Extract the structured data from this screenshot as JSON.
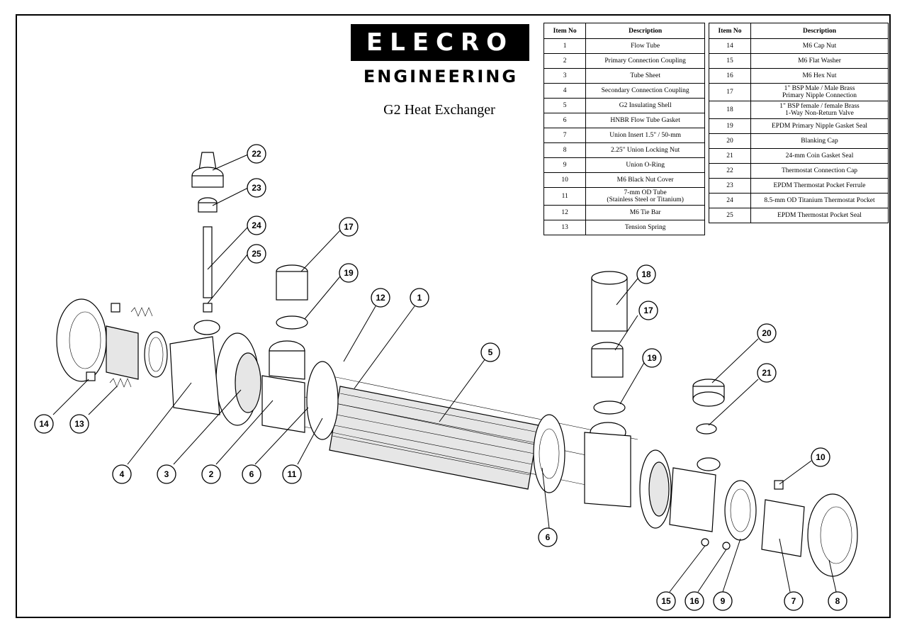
{
  "logo": {
    "line1": "ELECRO",
    "line2": "ENGINEERING"
  },
  "title": "G2 Heat Exchanger",
  "table_headers": {
    "item_no": "Item No",
    "description": "Description"
  },
  "parts_left": [
    {
      "no": "1",
      "desc": "Flow Tube"
    },
    {
      "no": "2",
      "desc": "Primary Connection Coupling"
    },
    {
      "no": "3",
      "desc": "Tube Sheet"
    },
    {
      "no": "4",
      "desc": "Secondary Connection Coupling"
    },
    {
      "no": "5",
      "desc": "G2 Insulating Shell"
    },
    {
      "no": "6",
      "desc": "HNBR Flow Tube Gasket"
    },
    {
      "no": "7",
      "desc": "Union Insert 1.5\" / 50-mm"
    },
    {
      "no": "8",
      "desc": "2.25\" Union Locking Nut"
    },
    {
      "no": "9",
      "desc": "Union O-Ring"
    },
    {
      "no": "10",
      "desc": "M6 Black Nut Cover"
    },
    {
      "no": "11",
      "desc": "7-mm OD Tube",
      "desc2": "(Stainless Steel or Titanium)"
    },
    {
      "no": "12",
      "desc": "M6 Tie Bar"
    },
    {
      "no": "13",
      "desc": "Tension Spring"
    }
  ],
  "parts_right": [
    {
      "no": "14",
      "desc": "M6 Cap Nut"
    },
    {
      "no": "15",
      "desc": "M6 Flat Washer"
    },
    {
      "no": "16",
      "desc": "M6 Hex Nut"
    },
    {
      "no": "17",
      "desc": "1\" BSP Male / Male Brass",
      "desc2": "Primary Nipple Connection"
    },
    {
      "no": "18",
      "desc": "1\" BSP female / female Brass",
      "desc2": "1-Way Non-Return Valve"
    },
    {
      "no": "19",
      "desc": "EPDM Primary Nipple Gasket Seal"
    },
    {
      "no": "20",
      "desc": "Blanking Cap"
    },
    {
      "no": "21",
      "desc": "24-mm Coin Gasket Seal"
    },
    {
      "no": "22",
      "desc": "Thermostat Connection Cap"
    },
    {
      "no": "23",
      "desc": "EPDM Thermostat Pocket Ferrule"
    },
    {
      "no": "24",
      "desc": "8.5-mm OD Titanium Thermostat Pocket"
    },
    {
      "no": "25",
      "desc": "EPDM Thermostat Pocket Seal"
    }
  ],
  "balloons": [
    "22",
    "23",
    "24",
    "25",
    "17",
    "19",
    "12",
    "1",
    "5",
    "18",
    "17",
    "19",
    "20",
    "21",
    "10",
    "14",
    "13",
    "4",
    "3",
    "2",
    "6",
    "11",
    "6",
    "15",
    "16",
    "9",
    "7",
    "8"
  ]
}
